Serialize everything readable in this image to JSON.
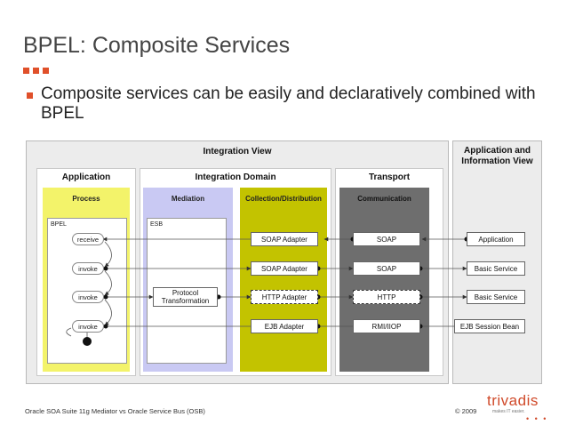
{
  "slide": {
    "title": "BPEL: Composite Services",
    "bullet": "Composite services can be easily and declaratively combined with BPEL"
  },
  "diagram": {
    "integration_view": "Integration View",
    "app_info_view": "Application and Information View",
    "application": "Application",
    "integration_domain": "Integration Domain",
    "transport": "Transport",
    "process": "Process",
    "mediation": "Mediation",
    "collection_distribution": "Collection/Distribution",
    "communication": "Communication",
    "bpel_label": "BPEL",
    "esb_label": "ESB",
    "process_nodes": [
      "receive",
      "invoke",
      "invoke",
      "invoke"
    ],
    "protocol_transformation": "Protocol Transformation",
    "adapters": [
      "SOAP Adapter",
      "SOAP Adapter",
      "HTTP Adapter",
      "EJB Adapter"
    ],
    "protocols": [
      "SOAP",
      "SOAP",
      "HTTP",
      "RMI/IIOP"
    ],
    "endpoints": [
      "Application",
      "Basic Service",
      "Basic Service",
      "EJB Session Bean"
    ]
  },
  "footer": {
    "left": "Oracle SOA Suite 11g Mediator vs Oracle Service Bus (OSB)",
    "right": "© 2009",
    "logo": "trivadis",
    "logo_tagline": "makes IT easier."
  },
  "colors": {
    "accent": "#e0502a",
    "mediation": "#c9c9f3",
    "collection": "#c3c300",
    "communication": "#6e6e6e"
  }
}
